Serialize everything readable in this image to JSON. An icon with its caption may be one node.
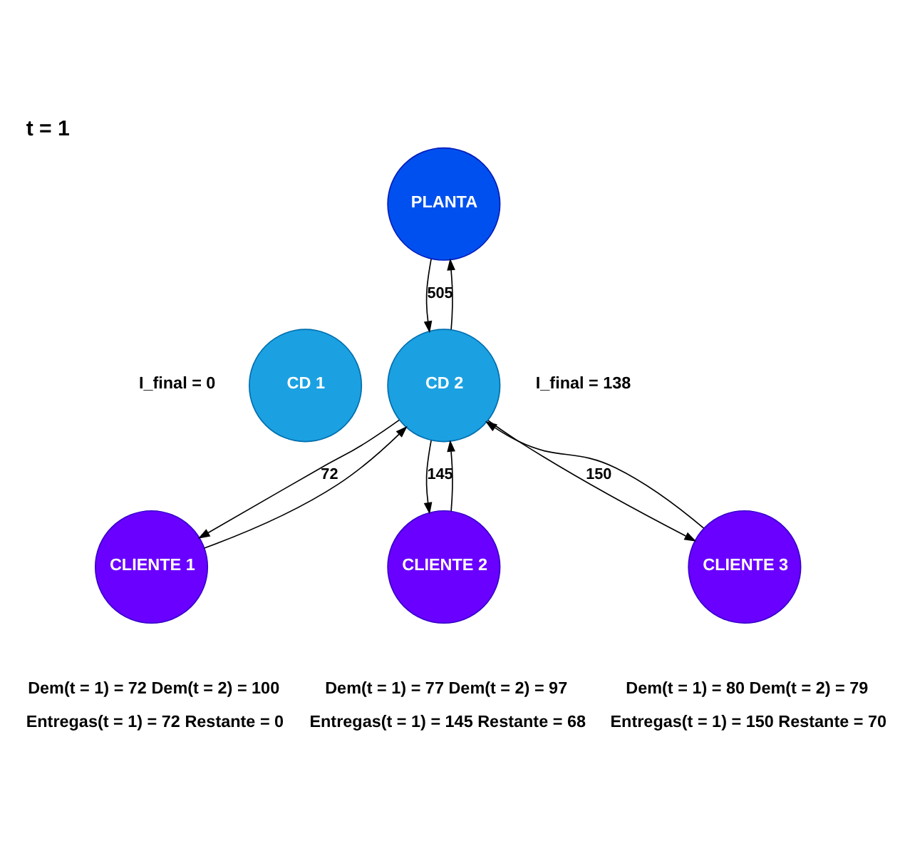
{
  "diagram": {
    "title": "t = 1",
    "nodes": [
      {
        "text": [
          "PLANTA"
        ]
      },
      {
        "text": [
          "CD 1"
        ],
        "beside": [
          "I_final = 0"
        ]
      },
      {
        "text": [
          "CD 2"
        ],
        "beside": [
          "I_final = 138"
        ]
      },
      {
        "text": [
          "CLIENTE 1"
        ],
        "beside": [
          "Dem(t = 1) = 72 Dem(t = 2) = 100",
          "Entregas(t = 1) = 72 Restante = 0"
        ]
      },
      {
        "text": [
          "CLIENTE 2"
        ],
        "beside": [
          "Dem(t = 1) = 77 Dem(t = 2) = 97",
          "Entregas(t = 1) = 145 Restante = 68"
        ]
      },
      {
        "text": [
          "CLIENTE 3"
        ],
        "beside": [
          "Dem(t = 1) = 80 Dem(t = 2) = 79",
          "Entregas(t = 1) = 150 Restante = 70"
        ]
      }
    ],
    "edges": [
      {
        "from": 0,
        "to": 2,
        "arrow": "to",
        "label": "505"
      },
      {
        "from": 2,
        "to": 0,
        "arrow": "to"
      },
      {
        "from": 2,
        "to": 3,
        "arrow": "to",
        "label": "72"
      },
      {
        "from": 3,
        "to": 2,
        "arrow": "to"
      },
      {
        "from": 2,
        "to": 4,
        "arrow": "to",
        "label": "145"
      },
      {
        "from": 4,
        "to": 2,
        "arrow": "to"
      },
      {
        "from": 2,
        "to": 5,
        "arrow": "to",
        "label": "150"
      },
      {
        "from": 5,
        "to": 2,
        "arrow": "to"
      }
    ]
  }
}
